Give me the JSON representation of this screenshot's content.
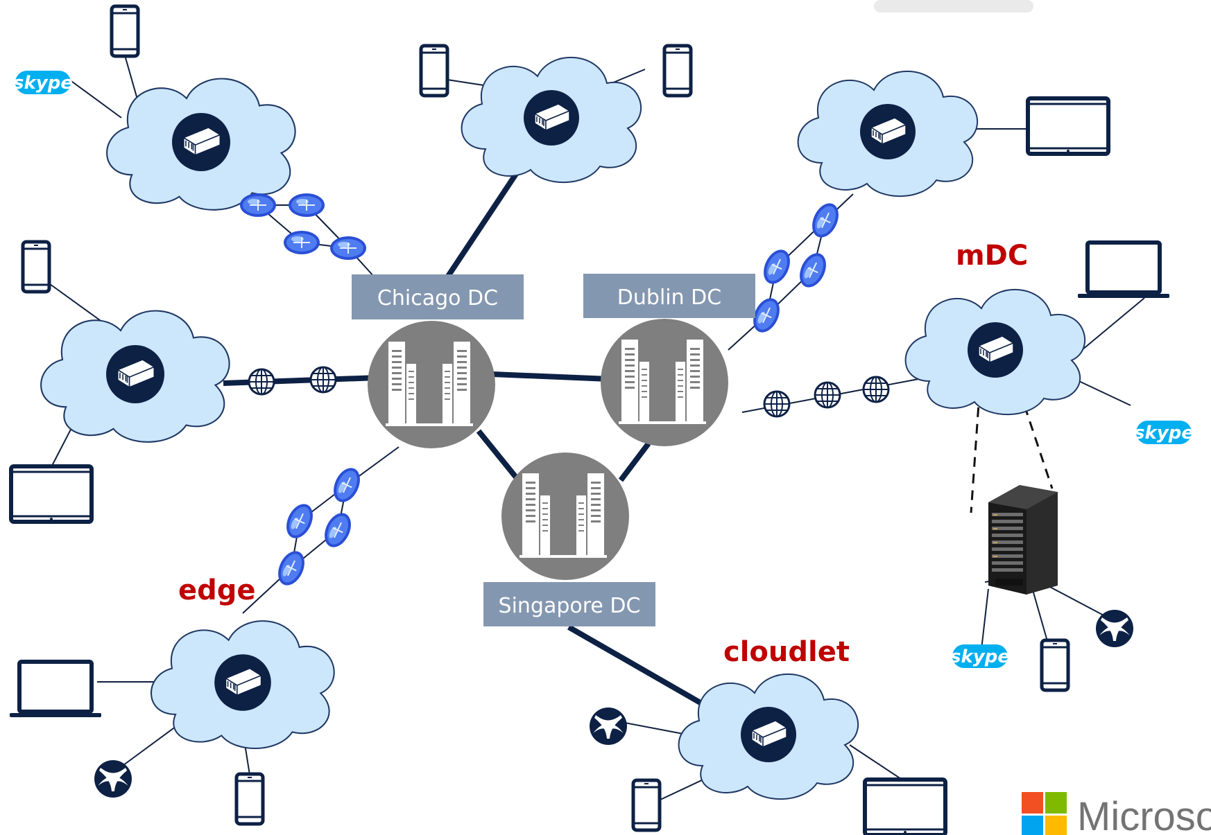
{
  "datacenters": [
    {
      "id": "chicago",
      "label": "Chicago DC"
    },
    {
      "id": "dublin",
      "label": "Dublin DC"
    },
    {
      "id": "singapore",
      "label": "Singapore DC"
    }
  ],
  "tier_labels": {
    "edge": "edge",
    "cloudlet": "cloudlet",
    "mdc": "mDC"
  },
  "skype_logo_text": "skype",
  "brand": {
    "company": "Microso"
  },
  "colors": {
    "cloud_fill": "#cce6fb",
    "cloud_stroke": "#1f3864",
    "navy": "#0d2145",
    "dc_circle": "#7f7f7f",
    "dc_label_bg": "#8497b0",
    "tier_label": "#c00000",
    "skype_blue": "#00aff0"
  },
  "icons": [
    "cloud",
    "network-switch-icon",
    "datacenter-icon",
    "router-icon",
    "globe-icon",
    "phone-icon",
    "tablet-icon",
    "laptop-icon",
    "xbox-icon",
    "skype-logo",
    "server-rack-icon",
    "microsoft-logo"
  ]
}
